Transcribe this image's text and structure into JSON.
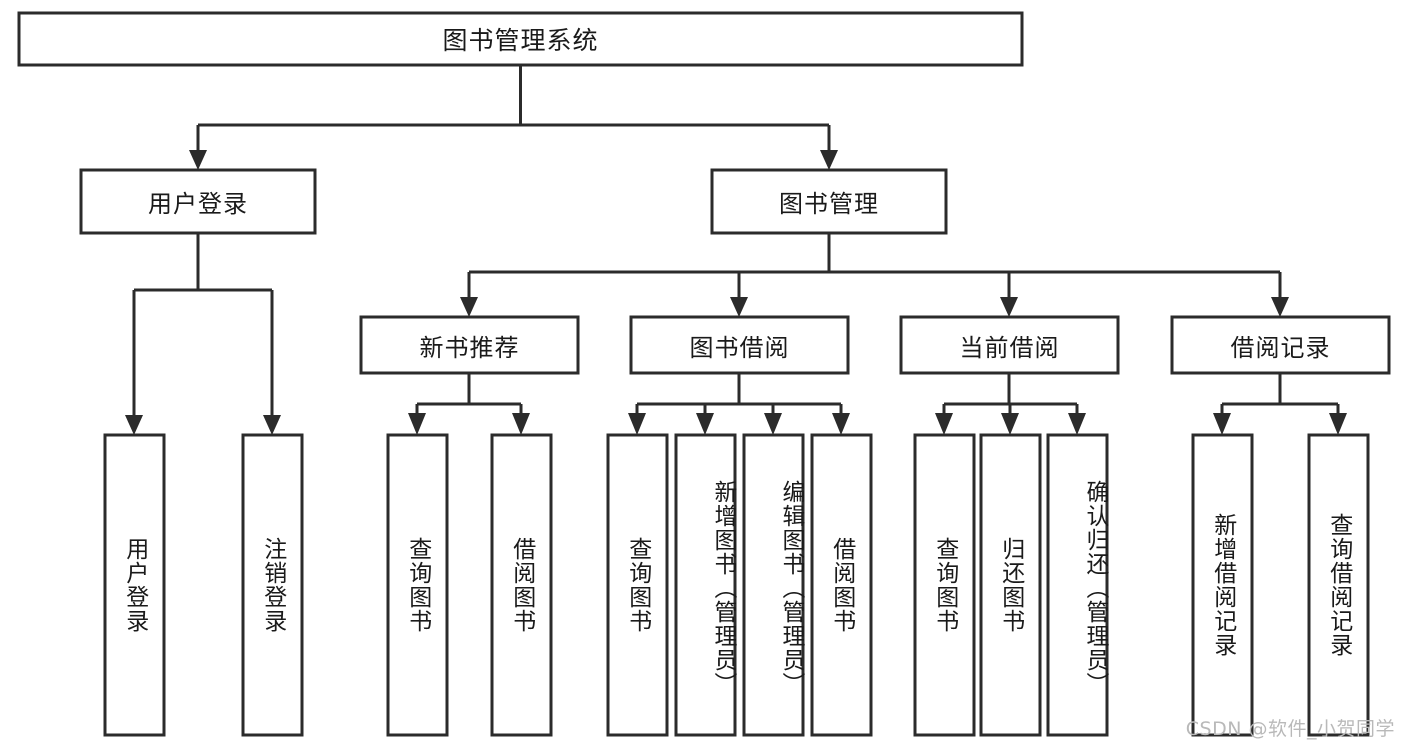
{
  "diagram": {
    "title": "图书管理系统",
    "watermark": "CSDN @软件_小贺同学",
    "colors": {
      "stroke": "#2b2b2b",
      "fill": "#ffffff",
      "text": "#1a1a1a",
      "watermark": "#b9b9b9"
    },
    "root": {
      "label": "图书管理系统"
    },
    "level2": [
      {
        "label": "用户登录"
      },
      {
        "label": "图书管理"
      }
    ],
    "level3": [
      {
        "label": "新书推荐"
      },
      {
        "label": "图书借阅"
      },
      {
        "label": "当前借阅"
      },
      {
        "label": "借阅记录"
      }
    ],
    "leaves": {
      "user_login": [
        {
          "label": "用户登录"
        },
        {
          "label": "注销登录"
        }
      ],
      "new_book_recommend": [
        {
          "label": "查询图书"
        },
        {
          "label": "借阅图书"
        }
      ],
      "book_borrow": [
        {
          "label": "查询图书"
        },
        {
          "label": "新增图书（管理员）"
        },
        {
          "label": "编辑图书（管理员）"
        },
        {
          "label": "借阅图书"
        }
      ],
      "current_borrow": [
        {
          "label": "查询图书"
        },
        {
          "label": "归还图书"
        },
        {
          "label": "确认归还（管理员）"
        }
      ],
      "borrow_record": [
        {
          "label": "新增借阅记录"
        },
        {
          "label": "查询借阅记录"
        }
      ]
    }
  },
  "chart_data": {
    "type": "diagram",
    "subtype": "tree-hierarchy",
    "title": "图书管理系统",
    "orientation": "top-down",
    "nodes": [
      {
        "id": "root",
        "label": "图书管理系统",
        "level": 0,
        "parent": null
      },
      {
        "id": "n-user-login",
        "label": "用户登录",
        "level": 1,
        "parent": "root"
      },
      {
        "id": "n-book-mgmt",
        "label": "图书管理",
        "level": 1,
        "parent": "root"
      },
      {
        "id": "n-new-book",
        "label": "新书推荐",
        "level": 2,
        "parent": "n-book-mgmt"
      },
      {
        "id": "n-book-borrow",
        "label": "图书借阅",
        "level": 2,
        "parent": "n-book-mgmt"
      },
      {
        "id": "n-current-borrow",
        "label": "当前借阅",
        "level": 2,
        "parent": "n-book-mgmt"
      },
      {
        "id": "n-borrow-record",
        "label": "借阅记录",
        "level": 2,
        "parent": "n-book-mgmt"
      },
      {
        "id": "l-user-login",
        "label": "用户登录",
        "level": 3,
        "parent": "n-user-login"
      },
      {
        "id": "l-logout",
        "label": "注销登录",
        "level": 3,
        "parent": "n-user-login"
      },
      {
        "id": "l-nb-query",
        "label": "查询图书",
        "level": 3,
        "parent": "n-new-book"
      },
      {
        "id": "l-nb-borrow",
        "label": "借阅图书",
        "level": 3,
        "parent": "n-new-book"
      },
      {
        "id": "l-bb-query",
        "label": "查询图书",
        "level": 3,
        "parent": "n-book-borrow"
      },
      {
        "id": "l-bb-add",
        "label": "新增图书（管理员）",
        "level": 3,
        "parent": "n-book-borrow"
      },
      {
        "id": "l-bb-edit",
        "label": "编辑图书（管理员）",
        "level": 3,
        "parent": "n-book-borrow"
      },
      {
        "id": "l-bb-borrow",
        "label": "借阅图书",
        "level": 3,
        "parent": "n-book-borrow"
      },
      {
        "id": "l-cb-query",
        "label": "查询图书",
        "level": 3,
        "parent": "n-current-borrow"
      },
      {
        "id": "l-cb-return",
        "label": "归还图书",
        "level": 3,
        "parent": "n-current-borrow"
      },
      {
        "id": "l-cb-confirm",
        "label": "确认归还（管理员）",
        "level": 3,
        "parent": "n-current-borrow"
      },
      {
        "id": "l-br-add",
        "label": "新增借阅记录",
        "level": 3,
        "parent": "n-borrow-record"
      },
      {
        "id": "l-br-query",
        "label": "查询借阅记录",
        "level": 3,
        "parent": "n-borrow-record"
      }
    ],
    "edge_style": "orthogonal-arrow",
    "leaf_text_orientation": "vertical"
  }
}
